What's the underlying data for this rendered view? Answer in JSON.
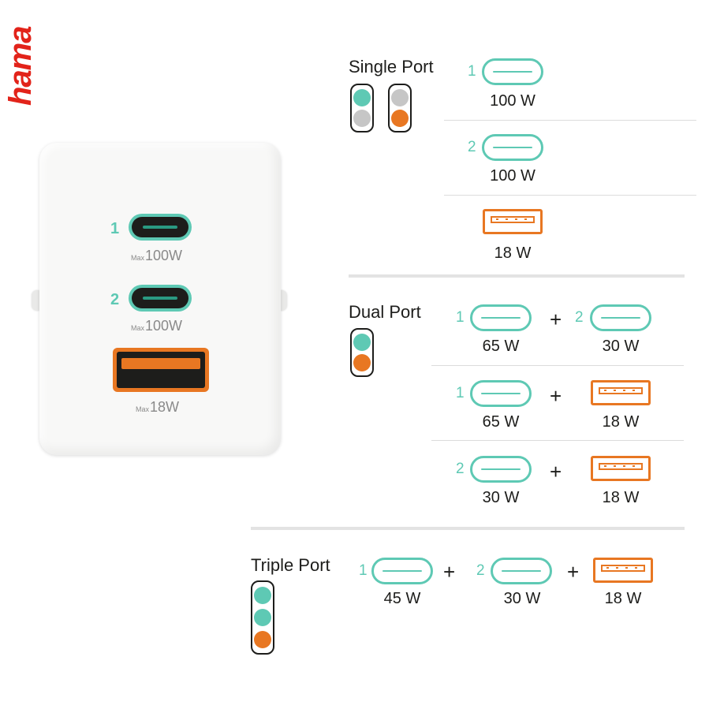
{
  "brand": "hama",
  "colors": {
    "usb_c": "#5ec9b4",
    "usb_a": "#e87722",
    "led_off": "#c6c6c6",
    "brand": "#e2231a"
  },
  "charger": {
    "ports": [
      {
        "number": "1",
        "max_prefix": "Max",
        "max_value": "100W",
        "type": "usb-c"
      },
      {
        "number": "2",
        "max_prefix": "Max",
        "max_value": "100W",
        "type": "usb-c"
      },
      {
        "max_prefix": "Max",
        "max_value": "18W",
        "type": "usb-a"
      }
    ]
  },
  "single_port": {
    "title": "Single Port",
    "rows": [
      {
        "number": "1",
        "watt": "100 W",
        "type": "usb-c"
      },
      {
        "number": "2",
        "watt": "100 W",
        "type": "usb-c"
      },
      {
        "watt": "18 W",
        "type": "usb-a"
      }
    ]
  },
  "dual_port": {
    "title": "Dual Port",
    "plus": "+",
    "rows": [
      {
        "left_number": "1",
        "left_watt": "65 W",
        "right_number": "2",
        "right_watt": "30 W"
      },
      {
        "left_number": "1",
        "left_watt": "65 W",
        "right_watt": "18 W"
      },
      {
        "left_number": "2",
        "left_watt": "30 W",
        "right_watt": "18 W"
      }
    ]
  },
  "triple_port": {
    "title": "Triple Port",
    "plus": "+",
    "items": [
      {
        "number": "1",
        "watt": "45 W"
      },
      {
        "number": "2",
        "watt": "30 W"
      },
      {
        "watt": "18 W"
      }
    ]
  }
}
